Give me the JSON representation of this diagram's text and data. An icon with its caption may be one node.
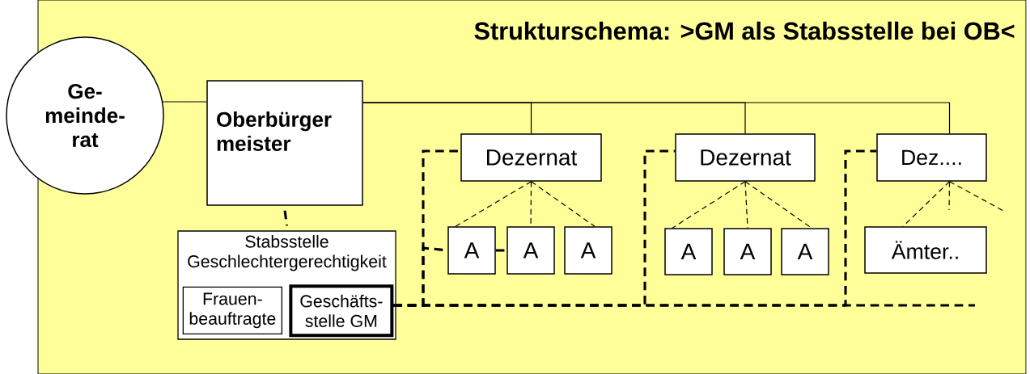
{
  "diagram": {
    "title": "Strukturschema: >GM als Stabsstelle bei OB<",
    "nodes": [
      {
        "text": [
          "Ge- meinde- rat"
        ]
      },
      {
        "text": [
          "Oberbürger meister"
        ]
      },
      {
        "text": [
          "Stabsstelle Geschlechtergerechtigkeit"
        ]
      },
      {
        "text": [
          "Frauen- beauftragte"
        ],
        "in": 2
      },
      {
        "text": [
          "Geschäfts- stelle GM"
        ],
        "in": 2
      },
      {
        "text": [
          "Dezernat"
        ]
      },
      {
        "text": [
          "A"
        ]
      },
      {
        "text": [
          "A"
        ]
      },
      {
        "text": [
          "A"
        ]
      },
      {
        "text": [
          "Dezernat"
        ]
      },
      {
        "text": [
          "A"
        ]
      },
      {
        "text": [
          "A"
        ]
      },
      {
        "text": [
          "A"
        ]
      },
      {
        "text": [
          "Dez...."
        ]
      },
      {
        "text": [
          "Ämter.."
        ]
      }
    ],
    "edges": [
      {
        "from": 0,
        "to": 1,
        "arrow": "none"
      },
      {
        "from": 1,
        "to": 5,
        "arrow": "none"
      },
      {
        "from": 1,
        "to": 9,
        "arrow": "none"
      },
      {
        "from": 1,
        "to": 13,
        "arrow": "none"
      },
      {
        "from": 1,
        "to": 2,
        "arrow": "none",
        "style": "dashed"
      },
      {
        "from": 5,
        "to": 6,
        "arrow": "none",
        "style": "dashed"
      },
      {
        "from": 5,
        "to": 7,
        "arrow": "none",
        "style": "dashed"
      },
      {
        "from": 5,
        "to": 8,
        "arrow": "none",
        "style": "dashed"
      },
      {
        "from": 9,
        "to": 10,
        "arrow": "none",
        "style": "dashed"
      },
      {
        "from": 9,
        "to": 11,
        "arrow": "none",
        "style": "dashed"
      },
      {
        "from": 9,
        "to": 12,
        "arrow": "none",
        "style": "dashed"
      },
      {
        "from": 13,
        "to": 14,
        "arrow": "none",
        "style": "dashed"
      },
      {
        "from": 13,
        "to": null,
        "arrow": "none",
        "style": "dashed"
      },
      {
        "from": 13,
        "to": null,
        "arrow": "none",
        "style": "dashed"
      },
      {
        "from": 4,
        "to": 5,
        "arrow": "none",
        "style": "dashed"
      },
      {
        "from": 4,
        "to": 6,
        "arrow": "none",
        "style": "dashed"
      },
      {
        "from": 6,
        "to": 7,
        "arrow": "none",
        "style": "dashed"
      },
      {
        "from": 4,
        "to": 9,
        "arrow": "none",
        "style": "dashed"
      },
      {
        "from": 4,
        "to": 13,
        "arrow": "none",
        "style": "dashed"
      },
      {
        "from": 4,
        "to": null,
        "arrow": "none",
        "style": "dashed"
      }
    ]
  }
}
